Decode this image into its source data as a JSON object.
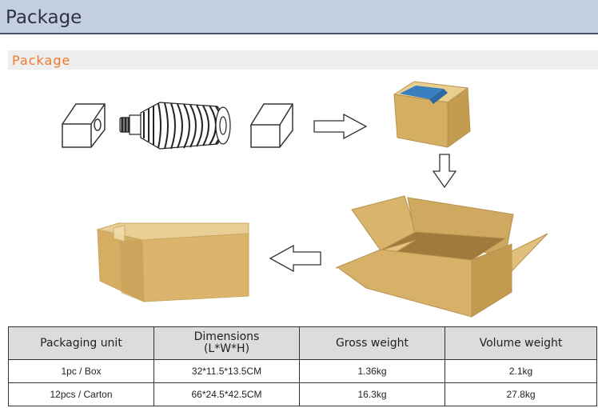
{
  "header": {
    "title": "Package"
  },
  "section": {
    "label": "Package"
  },
  "illustration": {
    "box_color": "#d9b46a",
    "box_shadow_color": "#b38a45",
    "tape_color": "#3a7fc0",
    "arrow_color": "#ffffff"
  },
  "table": {
    "headers": [
      {
        "line1": "Packaging unit",
        "line2": ""
      },
      {
        "line1": "Dimensions",
        "line2": "(L*W*H)"
      },
      {
        "line1": "Gross weight",
        "line2": ""
      },
      {
        "line1": "Volume weight",
        "line2": ""
      }
    ],
    "rows": [
      [
        "1pc / Box",
        "32*11.5*13.5CM",
        "1.36kg",
        "2.1kg"
      ],
      [
        "12pcs / Carton",
        "66*24.5*42.5CM",
        "16.3kg",
        "27.8kg"
      ]
    ]
  }
}
